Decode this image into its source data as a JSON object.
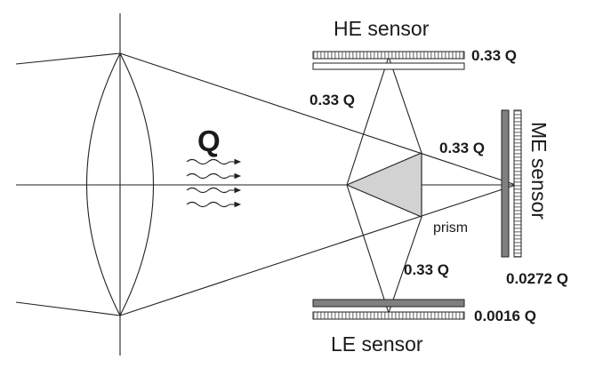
{
  "labels": {
    "q": "Q",
    "he_sensor": "HE sensor",
    "me_sensor": "ME sensor",
    "le_sensor": "LE sensor",
    "prism": "prism",
    "he_out": "0.33 Q",
    "upper_beam": "0.33 Q",
    "me_beam": "0.33 Q",
    "lower_beam": "0.33 Q",
    "me_out": "0.0272 Q",
    "le_out": "0.0016 Q"
  },
  "colors": {
    "line": "#222222",
    "prism_fill": "#d2d2d2",
    "filter_fill": "#808080",
    "sensor_stripe": "#9a9a9a"
  },
  "icons": {
    "lens": "biconvex-lens-icon",
    "waves": "radiation-wave-arrows-icon",
    "sensor": "striped-pixel-sensor-icon",
    "filter": "gray-filter-plate-icon"
  }
}
